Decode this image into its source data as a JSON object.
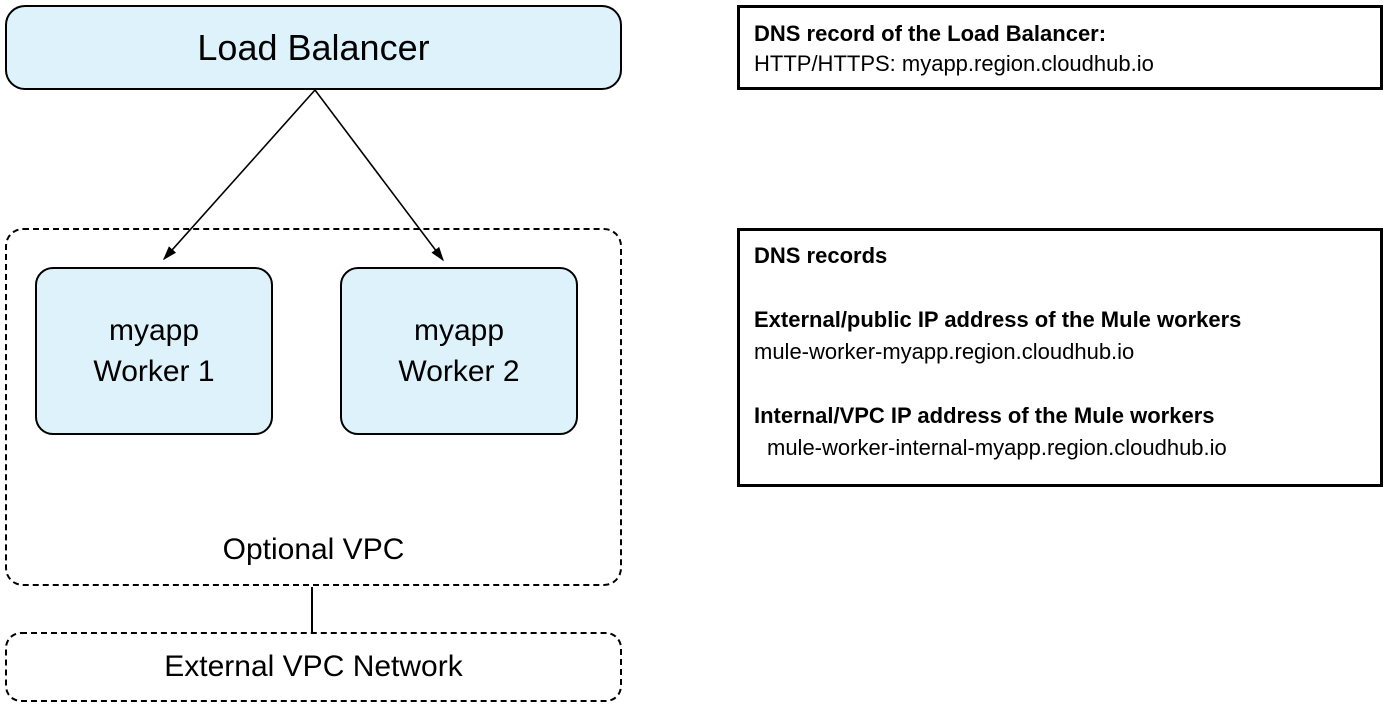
{
  "diagram": {
    "load_balancer": {
      "label": "Load Balancer"
    },
    "worker1": {
      "app": "myapp",
      "name": "Worker 1"
    },
    "worker2": {
      "app": "myapp",
      "name": "Worker 2"
    },
    "optional_vpc": {
      "label": "Optional VPC"
    },
    "external_vpc": {
      "label": "External VPC Network"
    }
  },
  "notes": {
    "lb_dns": {
      "title": "DNS record of the Load Balancer:",
      "value": "HTTP/HTTPS: myapp.region.cloudhub.io"
    },
    "worker_dns": {
      "title": "DNS records",
      "external_heading": "External/public IP address of the Mule workers",
      "external_value": "mule-worker-myapp.region.cloudhub.io",
      "internal_heading": "Internal/VPC IP address of the Mule workers",
      "internal_value": "mule-worker-internal-myapp.region.cloudhub.io"
    }
  },
  "colors": {
    "node_fill": "#ddf2fb",
    "node_border": "#000000",
    "background": "#ffffff"
  }
}
